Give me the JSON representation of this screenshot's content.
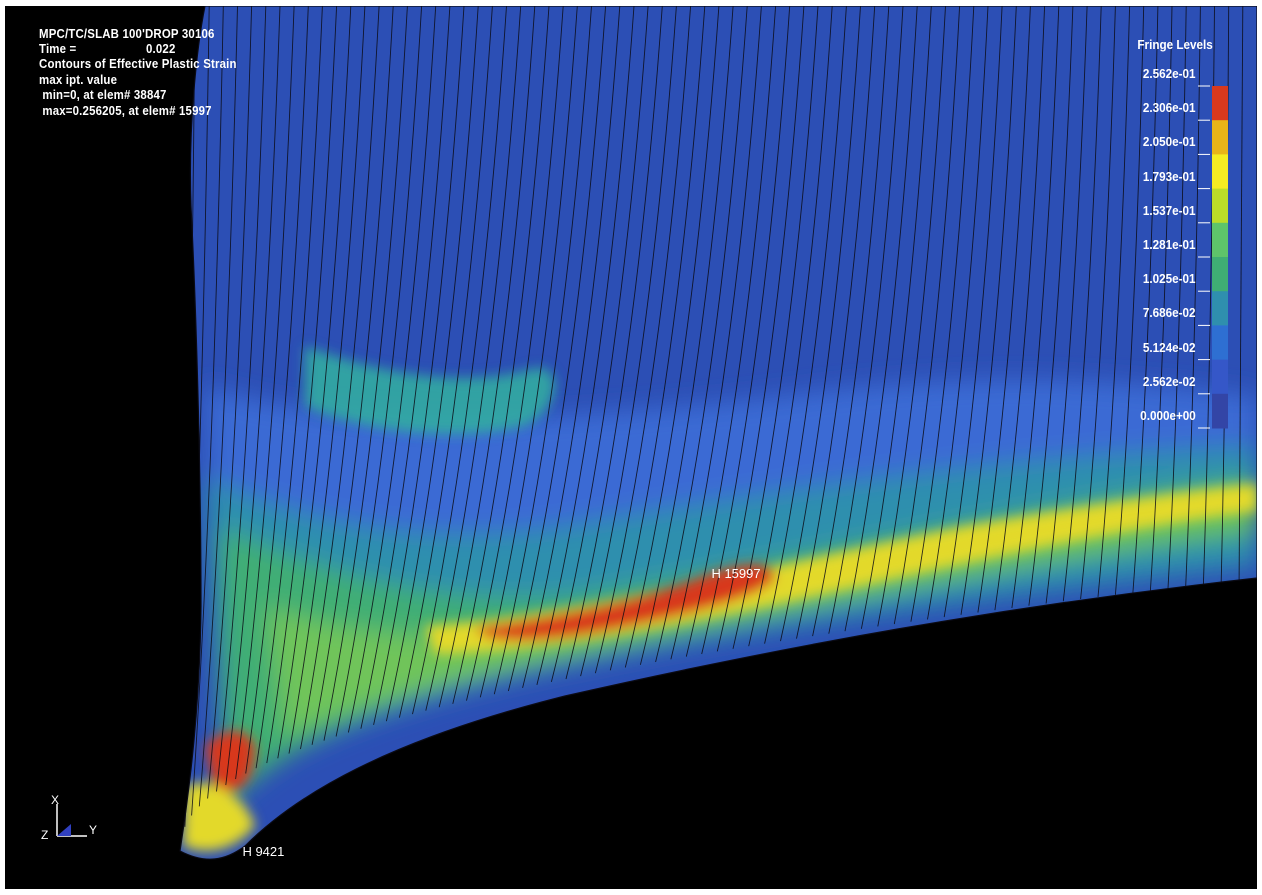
{
  "header": {
    "title": "MPC/TC/SLAB 100'DROP 30106",
    "time_label": "Time =",
    "time_value": "0.022",
    "contour_label": "Contours of Effective Plastic Strain",
    "ipt_label": "max ipt. value",
    "min_line": " min=0, at elem# 38847",
    "max_line": " max=0.256205, at elem# 15997"
  },
  "legend": {
    "title": "Fringe Levels",
    "levels": [
      "2.562e-01",
      "2.306e-01",
      "2.050e-01",
      "1.793e-01",
      "1.537e-01",
      "1.281e-01",
      "1.025e-01",
      "7.686e-02",
      "5.124e-02",
      "2.562e-02",
      "0.000e+00"
    ],
    "colors": [
      "#d8391e",
      "#e8b419",
      "#f4ec22",
      "#bcdc28",
      "#5ec46a",
      "#3fae74",
      "#2f8fae",
      "#2e6fd2",
      "#3557c8",
      "#3345a6"
    ]
  },
  "annotations": {
    "max_elem": "15997",
    "node_label": "9421"
  },
  "triad": {
    "x": "X",
    "y": "Y",
    "z": "Z"
  },
  "colors": {
    "background": "#000000",
    "mesh_base": "#2c4fb5",
    "mesh_lines": "#0a0a14"
  }
}
